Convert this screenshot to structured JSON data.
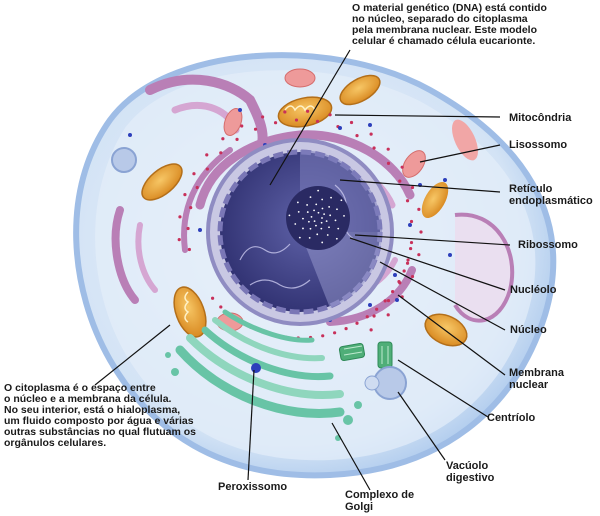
{
  "annotations": {
    "dna_note": "O material genético (DNA) está contido\nno núcleo, separado do citoplasma\npela membrana nuclear. Este modelo\ncelular é chamado célula eucarionte.",
    "cytoplasm_note": "O citoplasma é o espaço entre\no núcleo e a membrana da célula.\nNo seu interior, está o hialoplasma,\num fluido composto por água e várias\noutras substâncias no qual flutuam os\norgânulos celulares."
  },
  "labels": {
    "mitocondria": "Mitocôndria",
    "lisossomo": "Lisossomo",
    "reticulo": "Retículo\nendoplasmático",
    "ribossomo": "Ribossomo",
    "nucleolo": "Nucléolo",
    "nucleo": "Núcleo",
    "membrana_nuclear": "Membrana\nnuclear",
    "centriolo": "Centríolo",
    "vacuolo": "Vacúolo\ndigestivo",
    "peroxissomo": "Peroxissomo",
    "golgi": "Complexo de\nGolgi"
  },
  "colors": {
    "membrane": "#bcd6f2",
    "cytoplasm": "#dde9f7",
    "nucleus": "#3d3f80",
    "nucleolus": "#2a2a63",
    "er": "#b97fb6",
    "mitochondria": "#e6a43a",
    "lysosome": "#ee9a9a",
    "golgi": "#68c4a6",
    "centriole": "#4fae78",
    "ribosome": "#2d3fbb",
    "ribosome_red": "#c8305a",
    "leader": "#111111"
  }
}
